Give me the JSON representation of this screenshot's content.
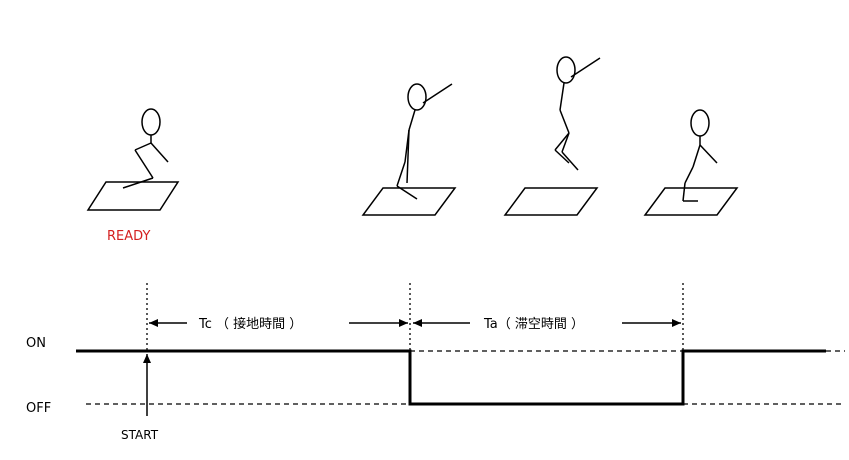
{
  "labels": {
    "ready": "READY",
    "start": "START",
    "on": "ON",
    "off": "OFF",
    "tc": "Tc （ 接地時間 ）",
    "ta": "Ta（ 滞空時間 ）"
  },
  "colors": {
    "ready_text": "#d42020",
    "line": "#000000"
  },
  "phases": [
    "ready",
    "takeoff",
    "flight",
    "landing"
  ]
}
